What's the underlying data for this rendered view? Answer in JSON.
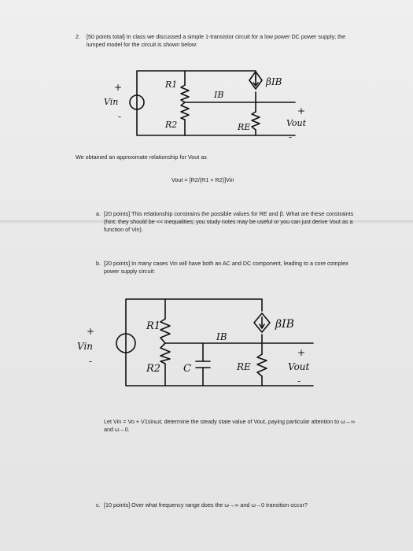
{
  "q_number": "2.",
  "intro": "[50 points total] In class we discussed a simple 1-transistor circuit for a low power DC power supply; the lumped model for the circuit is shown below:",
  "relation_intro": "We obtained an approximate relationship for Vout as",
  "equation": "Vout = [R2/(R1 + R2)]Vin",
  "part_a": {
    "label": "a.",
    "text": "[20 points] This relationship constrains the possible values for RE and β. What are these constraints (hint: they should be << inequalities; you study notes may be useful or you can just derive Vout as a function of Vin)."
  },
  "part_b": {
    "label": "b.",
    "text": "[20 points] In many cases Vin will have both an AC and DC component, leading to a core complex power supply circuit:"
  },
  "let_text": "Let Vin = Vo + V1sinωt; determine the steady state value of Vout, paying particular attention to ω→∞ and ω→0.",
  "part_c": {
    "label": "c.",
    "text": "[10 points] Over what frequency range does the ω→∞ and ω→0 transition occur?"
  },
  "circuit1": {
    "plus": "+",
    "minus": "-",
    "vin": "Vin",
    "r1": "R1",
    "r2": "R2",
    "re": "RE",
    "ib": "IB",
    "bib": "βIB",
    "vout_plus": "+",
    "vout": "Vout",
    "vout_minus": "-"
  },
  "circuit2": {
    "plus": "+",
    "minus": "-",
    "vin": "Vin",
    "r1": "R1",
    "r2": "R2",
    "c": "C",
    "re": "RE",
    "ib": "IB",
    "bib": "βIB",
    "vout_plus": "+",
    "vout": "Vout",
    "vout_minus": "-"
  }
}
